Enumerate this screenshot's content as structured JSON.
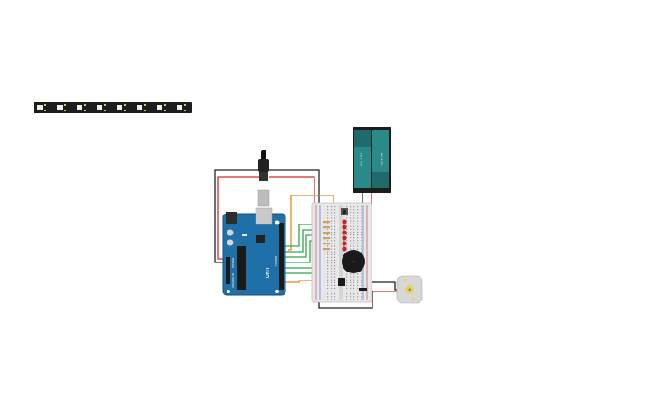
{
  "canvas": {
    "background": "#ffffff"
  },
  "components": {
    "led_strip": {
      "icon": "neopixel-strip-icon",
      "pixel_count": 8,
      "color": "#1d1d1d"
    },
    "arduino": {
      "icon": "arduino-uno-icon",
      "board_color": "#1f6fa8",
      "labels": {
        "digital": "DIGITAL",
        "analog": "ANALOG IN",
        "power": "POWER",
        "brand": "UNO"
      }
    },
    "power_jack": {
      "icon": "dc-power-jack-icon"
    },
    "battery_pack": {
      "icon": "battery-pack-icon",
      "cell_color": "#2a8a8a",
      "cells": [
        {
          "label": "AA 1.5V"
        },
        {
          "label": "AA 1.5V"
        }
      ]
    },
    "breadboard": {
      "icon": "breadboard-icon",
      "color": "#e8e8e8"
    },
    "leds": {
      "icon": "red-led-icon",
      "count": 6,
      "color": "#c8232b"
    },
    "buzzer": {
      "icon": "piezo-buzzer-icon",
      "color": "#1a1a1a"
    },
    "pushbutton": {
      "icon": "pushbutton-icon"
    },
    "transistor": {
      "icon": "transistor-icon"
    },
    "motor": {
      "icon": "dc-motor-icon",
      "color": "#d8d8d8"
    }
  },
  "wires": {
    "red": "#d22b2b",
    "black": "#222222",
    "green": "#2da84a",
    "orange": "#e08a1e"
  }
}
